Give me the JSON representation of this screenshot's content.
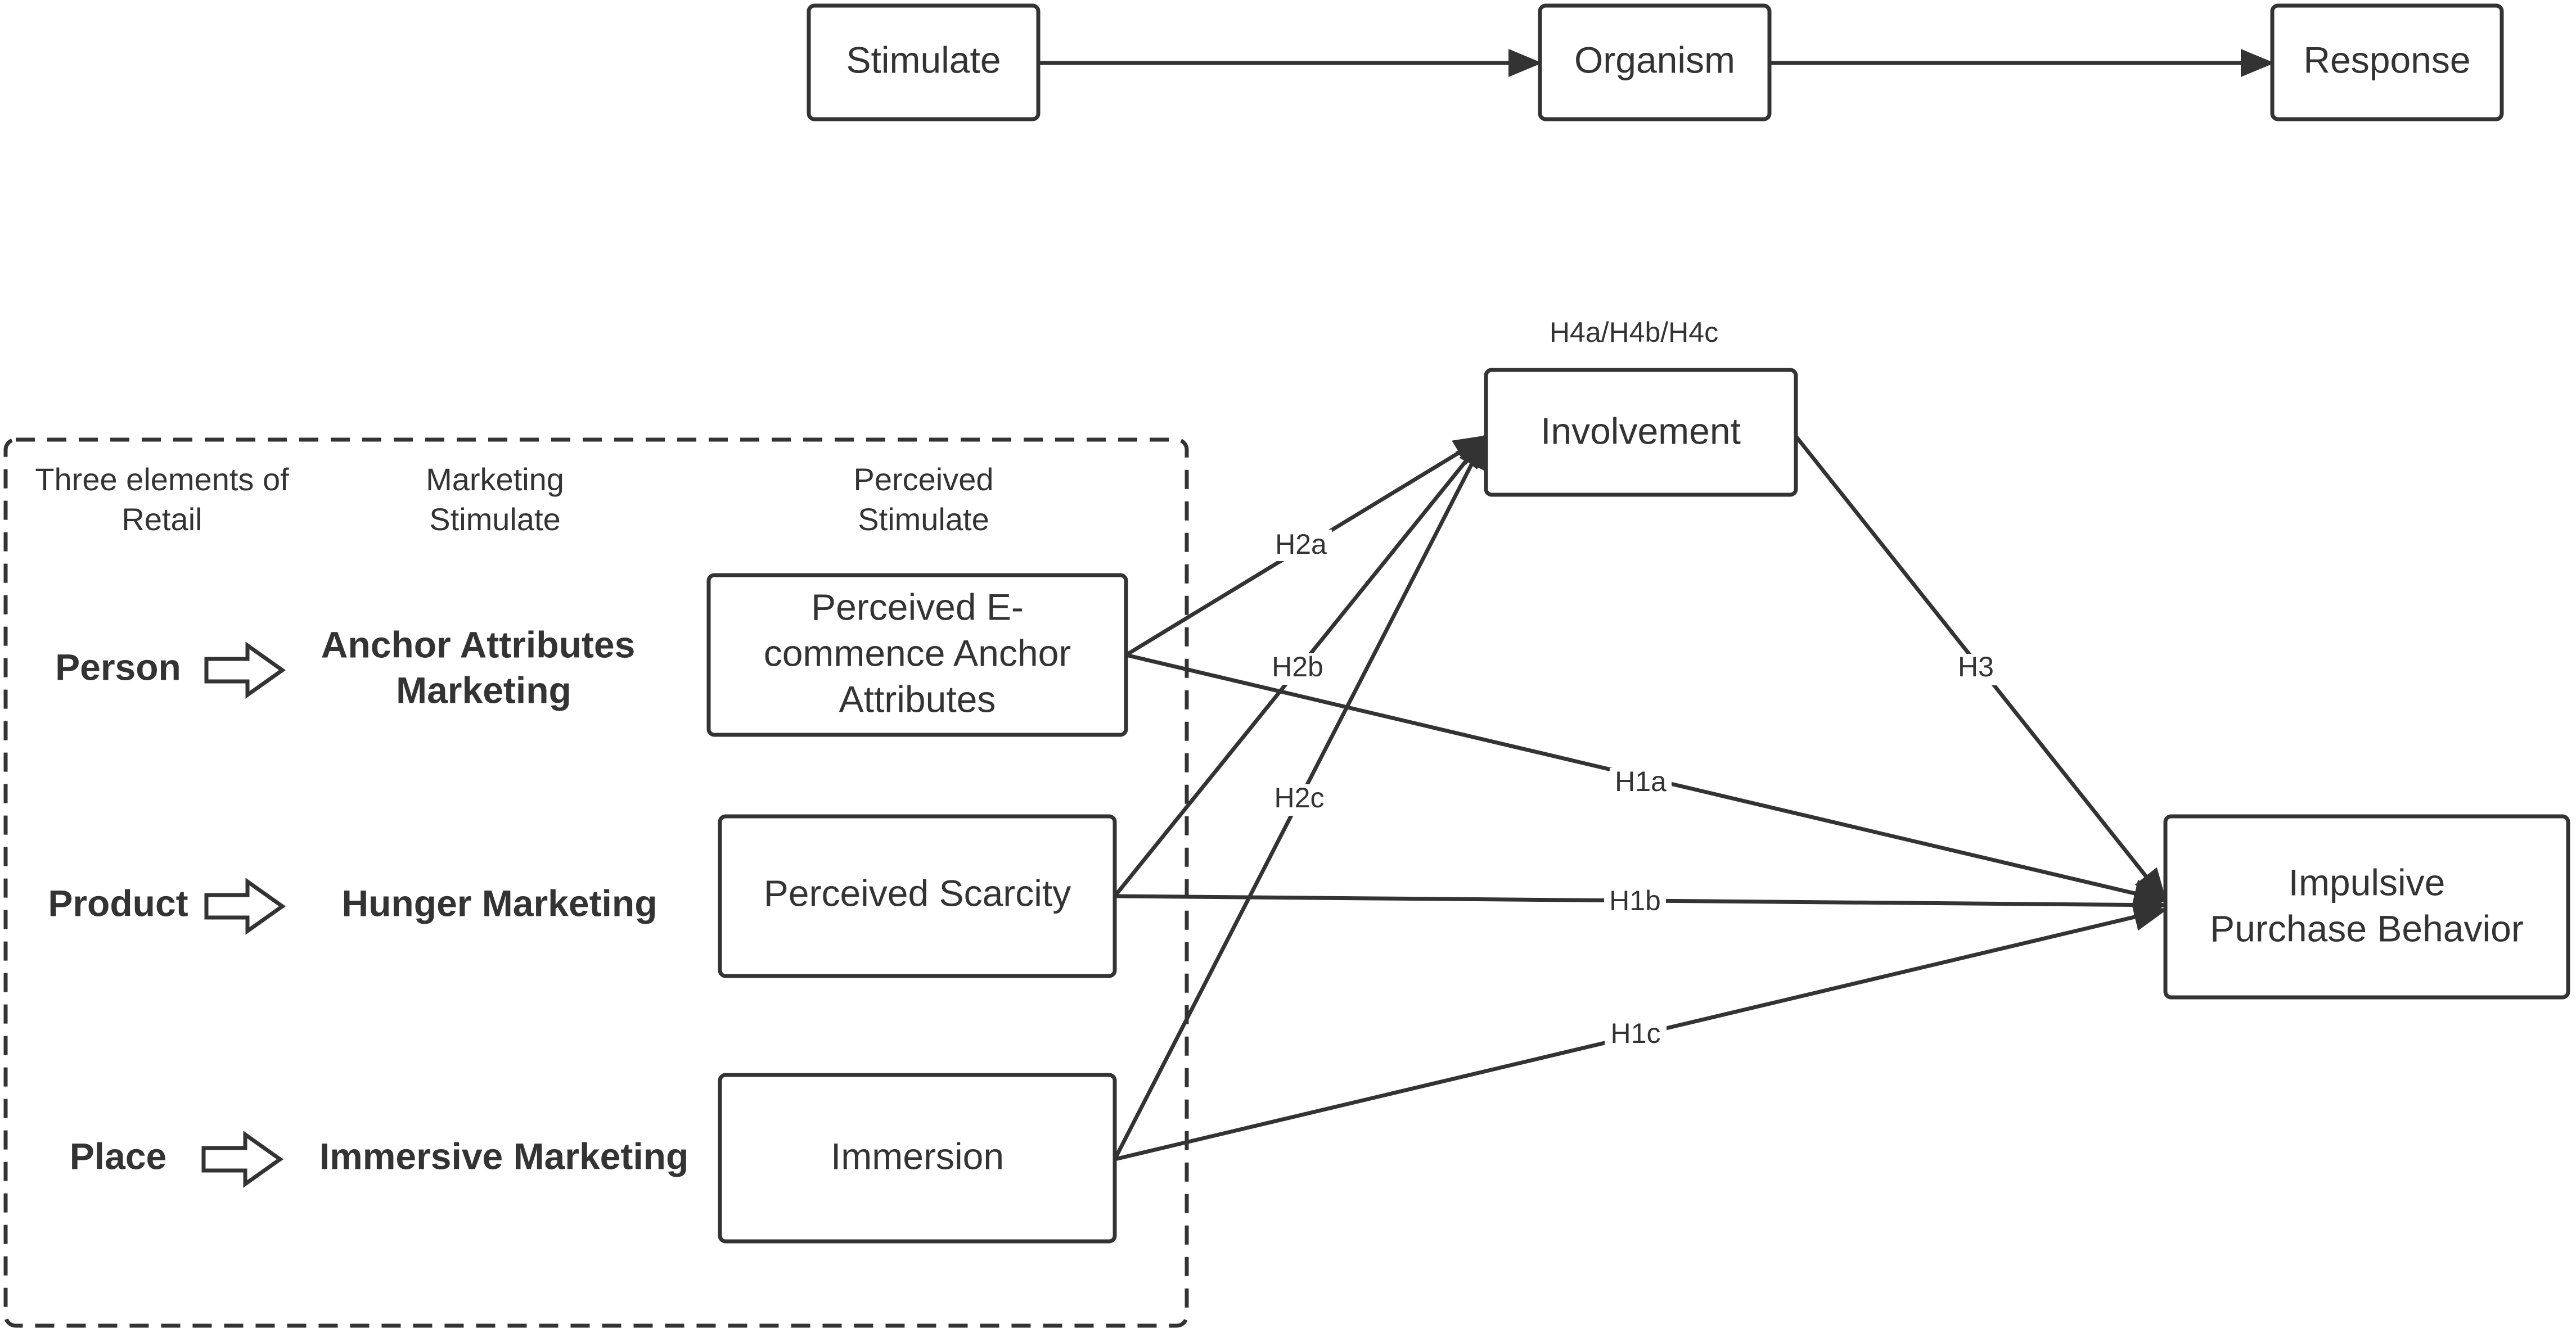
{
  "colors": {
    "stroke": "#333333",
    "text": "#333333",
    "background": "#ffffff"
  },
  "framework": {
    "stimulate": "Stimulate",
    "organism": "Organism",
    "response": "Response"
  },
  "columns": {
    "retail": [
      "Three elements of",
      "Retail"
    ],
    "marketing": [
      "Marketing",
      "Stimulate"
    ],
    "perceived": [
      "Perceived",
      "Stimulate"
    ]
  },
  "rows": [
    {
      "element": "Person",
      "marketing": [
        "Anchor Attributes",
        "Marketing"
      ]
    },
    {
      "element": "Product",
      "marketing": [
        "Hunger Marketing"
      ]
    },
    {
      "element": "Place",
      "marketing": [
        "Immersive Marketing"
      ]
    }
  ],
  "nodes": {
    "anchor": [
      "Perceived E-",
      "commence Anchor",
      "Attributes"
    ],
    "scarcity": [
      "Perceived Scarcity"
    ],
    "immersion": [
      "Immersion"
    ],
    "involvement": [
      "Involvement"
    ],
    "impulsive": [
      "Impulsive",
      "Purchase Behavior"
    ]
  },
  "hypotheses": {
    "h4": "H4a/H4b/H4c",
    "h2a": "H2a",
    "h2b": "H2b",
    "h2c": "H2c",
    "h3": "H3",
    "h1a": "H1a",
    "h1b": "H1b",
    "h1c": "H1c"
  },
  "icons": {
    "retail_to_marketing": "hollow-arrow-icon",
    "edge_head": "arrowhead-icon"
  }
}
